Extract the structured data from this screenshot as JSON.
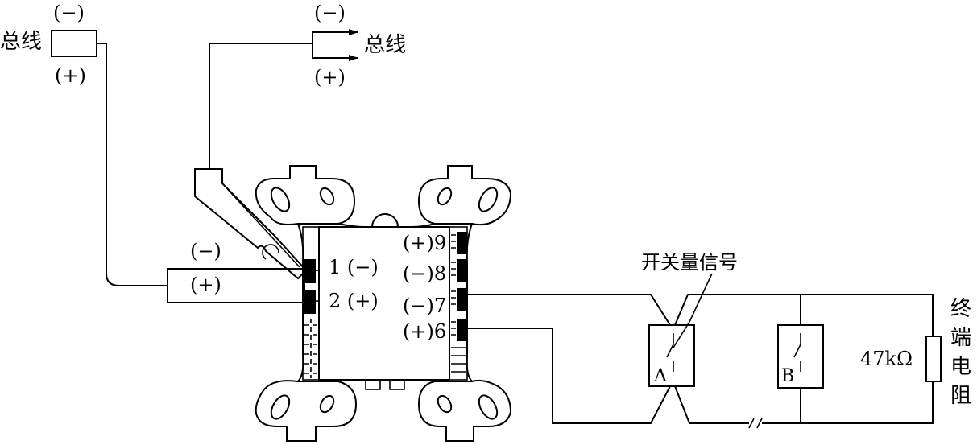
{
  "bus_in": {
    "label": "总线",
    "neg": "(−)",
    "pos": "(+)"
  },
  "bus_out": {
    "label": "总线",
    "neg": "(−)",
    "pos": "(+)"
  },
  "module_input": {
    "neg": "(−)",
    "pos": "(+)"
  },
  "terminals": {
    "t1": "1 (−)",
    "t2": "2 (+)",
    "t9": "(+)9",
    "t8": "(−)8",
    "t7": "(−)7",
    "t6": "(+)6"
  },
  "switch_signal_label": "开关量信号",
  "device_a_label": "A",
  "device_b_label": "B",
  "resistor_value": "47kΩ",
  "end_resistor_label": [
    "终",
    "端",
    "电",
    "阻"
  ]
}
